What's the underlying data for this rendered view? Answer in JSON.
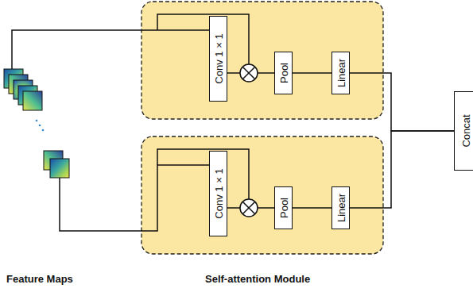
{
  "diagram": {
    "nodes": [
      {
        "text": [
          "Conv 1 × 1"
        ]
      },
      {
        "text": [
          "Pool"
        ]
      },
      {
        "text": [
          "Linear"
        ]
      },
      {
        "text": [
          "Conv 1 × 1"
        ]
      },
      {
        "text": [
          "Pool"
        ]
      },
      {
        "text": [
          "Linear"
        ]
      },
      {
        "text": [
          "Concat"
        ]
      }
    ],
    "edges": [
      {
        "from": 0,
        "to": 1,
        "arrow": "none"
      },
      {
        "from": 1,
        "to": 2,
        "arrow": "none"
      },
      {
        "from": 2,
        "to": 6,
        "arrow": "none"
      },
      {
        "from": 3,
        "to": 4,
        "arrow": "none"
      },
      {
        "from": 4,
        "to": 5,
        "arrow": "none"
      },
      {
        "from": 5,
        "to": 6,
        "arrow": "none"
      }
    ],
    "labels": [
      "Feature Maps",
      "Self-attention Module"
    ]
  }
}
